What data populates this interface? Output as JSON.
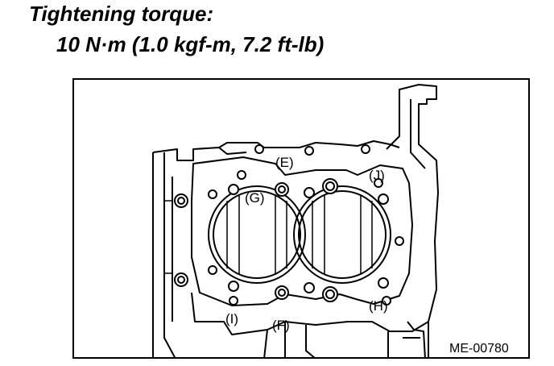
{
  "heading": {
    "title": "Tightening torque:",
    "value": "10 N·m (1.0 kgf-m, 7.2 ft-lb)"
  },
  "diagram": {
    "labels": {
      "E": "(E)",
      "F": "(F)",
      "G": "(G)",
      "H": "(H)",
      "I": "(I)",
      "J": "(J)"
    },
    "code": "ME-00780"
  }
}
